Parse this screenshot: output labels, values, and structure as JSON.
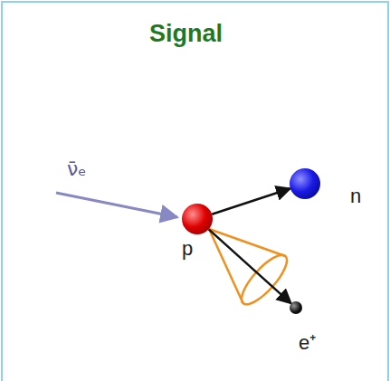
{
  "diagram": {
    "title": "Signal",
    "nodes": [
      {
        "text": [
          "p"
        ]
      },
      {
        "text": [
          "n"
        ]
      },
      {
        "text": [
          "e⁺"
        ]
      }
    ],
    "edges": [
      {
        "from": 0,
        "to": 1,
        "arrow": "to"
      },
      {
        "from": 0,
        "to": 2,
        "arrow": "to"
      }
    ],
    "labels": [
      "ν̄ₑ"
    ]
  }
}
